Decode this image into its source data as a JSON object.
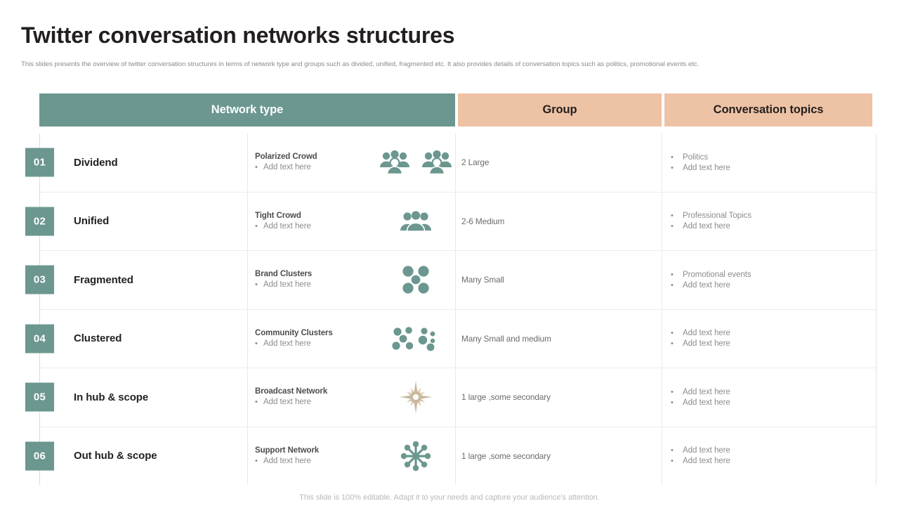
{
  "title": "Twitter conversation networks structures",
  "subtitle": "This slides presents the overview of  twitter conversation structures in terms of network type  and groups such as divided, unified, fragmented etc. It also provides details of conversation topics such as politics, promotional events etc.",
  "colors": {
    "teal": "#6b9790",
    "peach": "#eec2a4",
    "tan": "#cbb89c",
    "title_text": "#231f20",
    "body_text": "#8c8c8c"
  },
  "table": {
    "headers": {
      "network_type": "Network type",
      "group": "Group",
      "conversation_topics": "Conversation topics"
    },
    "rows": [
      {
        "number": "01",
        "network_type": "Dividend",
        "crowd_title": "Polarized Crowd",
        "crowd_bullet": "Add text here",
        "icon": "two-people-groups-icon",
        "group": "2 Large",
        "topics": [
          "Politics",
          "Add text here"
        ]
      },
      {
        "number": "02",
        "network_type": "Unified",
        "crowd_title": "Tight Crowd",
        "crowd_bullet": "Add text here",
        "icon": "tight-people-group-icon",
        "group": "2-6 Medium",
        "topics": [
          "Professional Topics",
          "Add text here"
        ]
      },
      {
        "number": "03",
        "network_type": "Fragmented",
        "crowd_title": "Brand Clusters",
        "crowd_bullet": "Add text here",
        "icon": "five-dot-cluster-icon",
        "group": "Many  Small",
        "topics": [
          "Promotional events",
          "Add text here"
        ]
      },
      {
        "number": "04",
        "network_type": "Clustered",
        "crowd_title": "Community  Clusters",
        "crowd_bullet": "Add text here",
        "icon": "two-dot-clusters-icon",
        "group": "Many  Small and medium",
        "topics": [
          "Add text here",
          "Add text here"
        ]
      },
      {
        "number": "05",
        "network_type": "In hub & scope",
        "crowd_title": "Broadcast Network",
        "crowd_bullet": "Add text here",
        "icon": "starburst-broadcast-icon",
        "group": "1 large ,some secondary",
        "topics": [
          "Add text here",
          "Add text here"
        ]
      },
      {
        "number": "06",
        "network_type": "Out hub & scope",
        "crowd_title": "Support Network",
        "crowd_bullet": "Add text here",
        "icon": "hub-spoke-network-icon",
        "group": "1 large ,some secondary",
        "topics": [
          "Add text here",
          "Add text here"
        ]
      }
    ]
  },
  "footer": "This slide is 100% editable. Adapt it to your needs and capture your audience's attention.",
  "bullet_glyph": "•"
}
